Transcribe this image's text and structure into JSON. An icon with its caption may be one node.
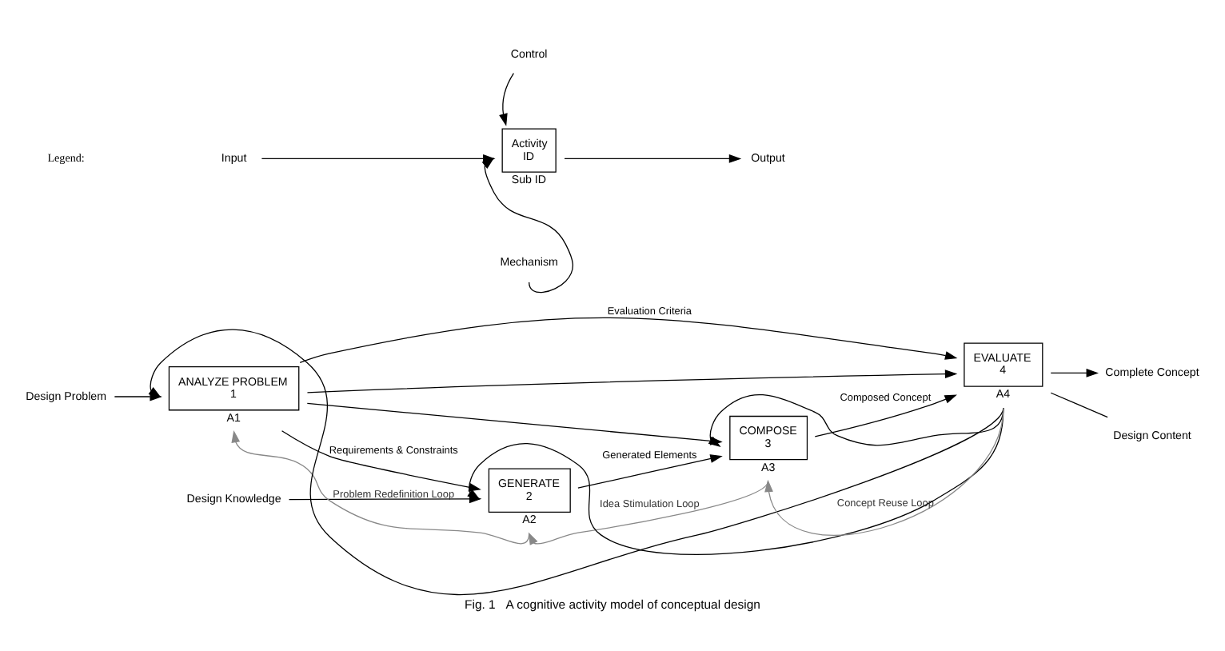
{
  "diagram": {
    "caption": "Fig. 1   A cognitive activity model of conceptual design",
    "nodes": [
      {
        "text": [
          "Design Problem"
        ]
      },
      {
        "text": [
          "ANALYZE PROBLEM",
          "1"
        ],
        "beside": [
          "A1"
        ]
      },
      {
        "text": [
          "Design Knowledge"
        ]
      },
      {
        "text": [
          "GENERATE",
          "2"
        ],
        "beside": [
          "A2"
        ]
      },
      {
        "text": [
          "COMPOSE",
          "3"
        ],
        "beside": [
          "A3"
        ]
      },
      {
        "text": [
          "EVALUATE",
          "4"
        ],
        "beside": [
          "A4"
        ]
      },
      {
        "text": [
          "Complete Concept"
        ]
      },
      {
        "text": [
          "Design Content"
        ]
      },
      {
        "text": [
          "Control"
        ]
      },
      {
        "text": [
          "Input"
        ]
      },
      {
        "text": [
          "Activity",
          "ID"
        ],
        "beside": [
          "Sub ID"
        ]
      },
      {
        "text": [
          "Output"
        ]
      },
      {
        "text": [
          "Mechanism"
        ]
      }
    ],
    "edges": [
      {
        "from": 0,
        "to": 1,
        "arrow": "to"
      },
      {
        "from": 1,
        "to": 5,
        "arrow": "to",
        "label": "Evaluation Criteria"
      },
      {
        "from": 1,
        "to": 3,
        "arrow": "to",
        "label": "Requirements & Constraints"
      },
      {
        "from": 1,
        "to": 4,
        "arrow": "to"
      },
      {
        "from": 1,
        "to": 5,
        "arrow": "to"
      },
      {
        "from": 2,
        "to": 3,
        "arrow": "to"
      },
      {
        "from": 3,
        "to": 4,
        "arrow": "to",
        "label": "Generated Elements"
      },
      {
        "from": 4,
        "to": 5,
        "arrow": "to",
        "label": "Composed Concept"
      },
      {
        "from": 5,
        "to": 6,
        "arrow": "to"
      },
      {
        "from": 7,
        "to": 5,
        "arrow": "none"
      },
      {
        "from": 5,
        "to": 1,
        "arrow": "to"
      },
      {
        "from": 5,
        "to": 3,
        "arrow": "to"
      },
      {
        "from": 5,
        "to": 4,
        "arrow": "to"
      },
      {
        "from": 3,
        "to": 1,
        "arrow": "to",
        "label": "Problem Redefinition Loop",
        "color": "#888888"
      },
      {
        "from": 4,
        "to": 3,
        "arrow": "to",
        "label": "Idea Stimulation Loop",
        "color": "#888888"
      },
      {
        "from": 5,
        "to": 4,
        "arrow": "to",
        "label": "Concept Reuse Loop",
        "color": "#888888"
      },
      {
        "from": 8,
        "to": 10,
        "arrow": "to"
      },
      {
        "from": 9,
        "to": 10,
        "arrow": "to"
      },
      {
        "from": 10,
        "to": 11,
        "arrow": "to"
      },
      {
        "from": 12,
        "to": 10,
        "arrow": "to"
      }
    ],
    "labels": [
      "Legend:"
    ]
  }
}
